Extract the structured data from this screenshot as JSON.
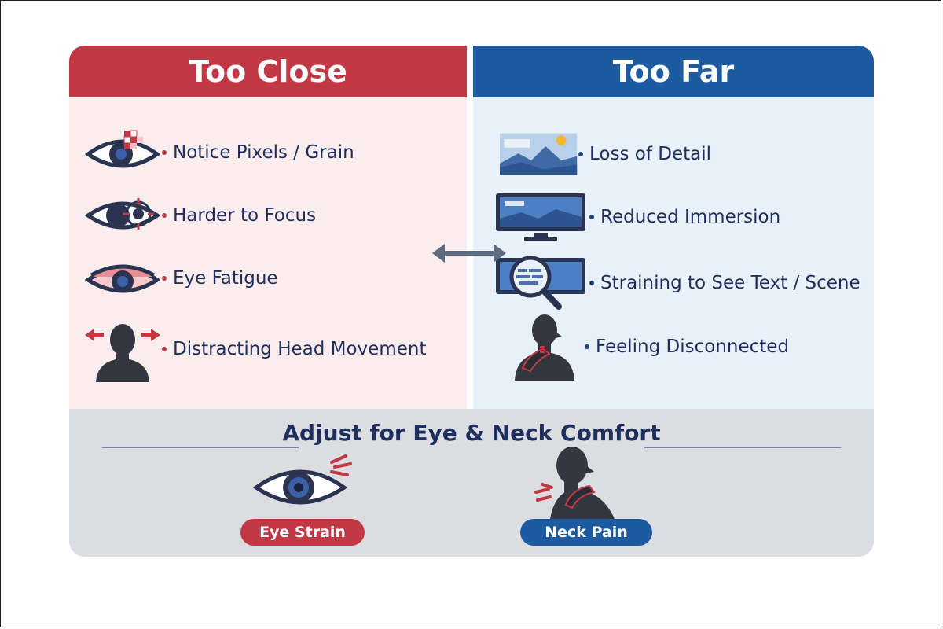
{
  "left": {
    "title": "Too Close",
    "items": [
      {
        "label": "Notice Pixels / Grain",
        "icon": "pixelated-eye-icon"
      },
      {
        "label": "Harder to Focus",
        "icon": "eye-target-icon"
      },
      {
        "label": "Eye Fatigue",
        "icon": "tired-eye-icon"
      },
      {
        "label": "Distracting Head Movement",
        "icon": "head-movement-icon"
      }
    ]
  },
  "right": {
    "title": "Too Far",
    "items": [
      {
        "label": "Loss of Detail",
        "icon": "blurry-landscape-icon"
      },
      {
        "label": "Reduced Immersion",
        "icon": "monitor-icon"
      },
      {
        "label": "Straining to See Text / Scene",
        "icon": "magnifier-icon"
      },
      {
        "label": "Feeling Disconnected",
        "icon": "neck-hold-icon"
      }
    ]
  },
  "bottom": {
    "title": "Adjust for Eye & Neck Comfort",
    "badges": [
      {
        "label": "Eye Strain",
        "icon": "strained-eye-icon"
      },
      {
        "label": "Neck Pain",
        "icon": "neck-pain-icon"
      }
    ]
  },
  "colors": {
    "red": "#c23844",
    "blue": "#1e5aa0",
    "navy": "#1e2f5e"
  },
  "center_icon": "double-arrow-icon"
}
